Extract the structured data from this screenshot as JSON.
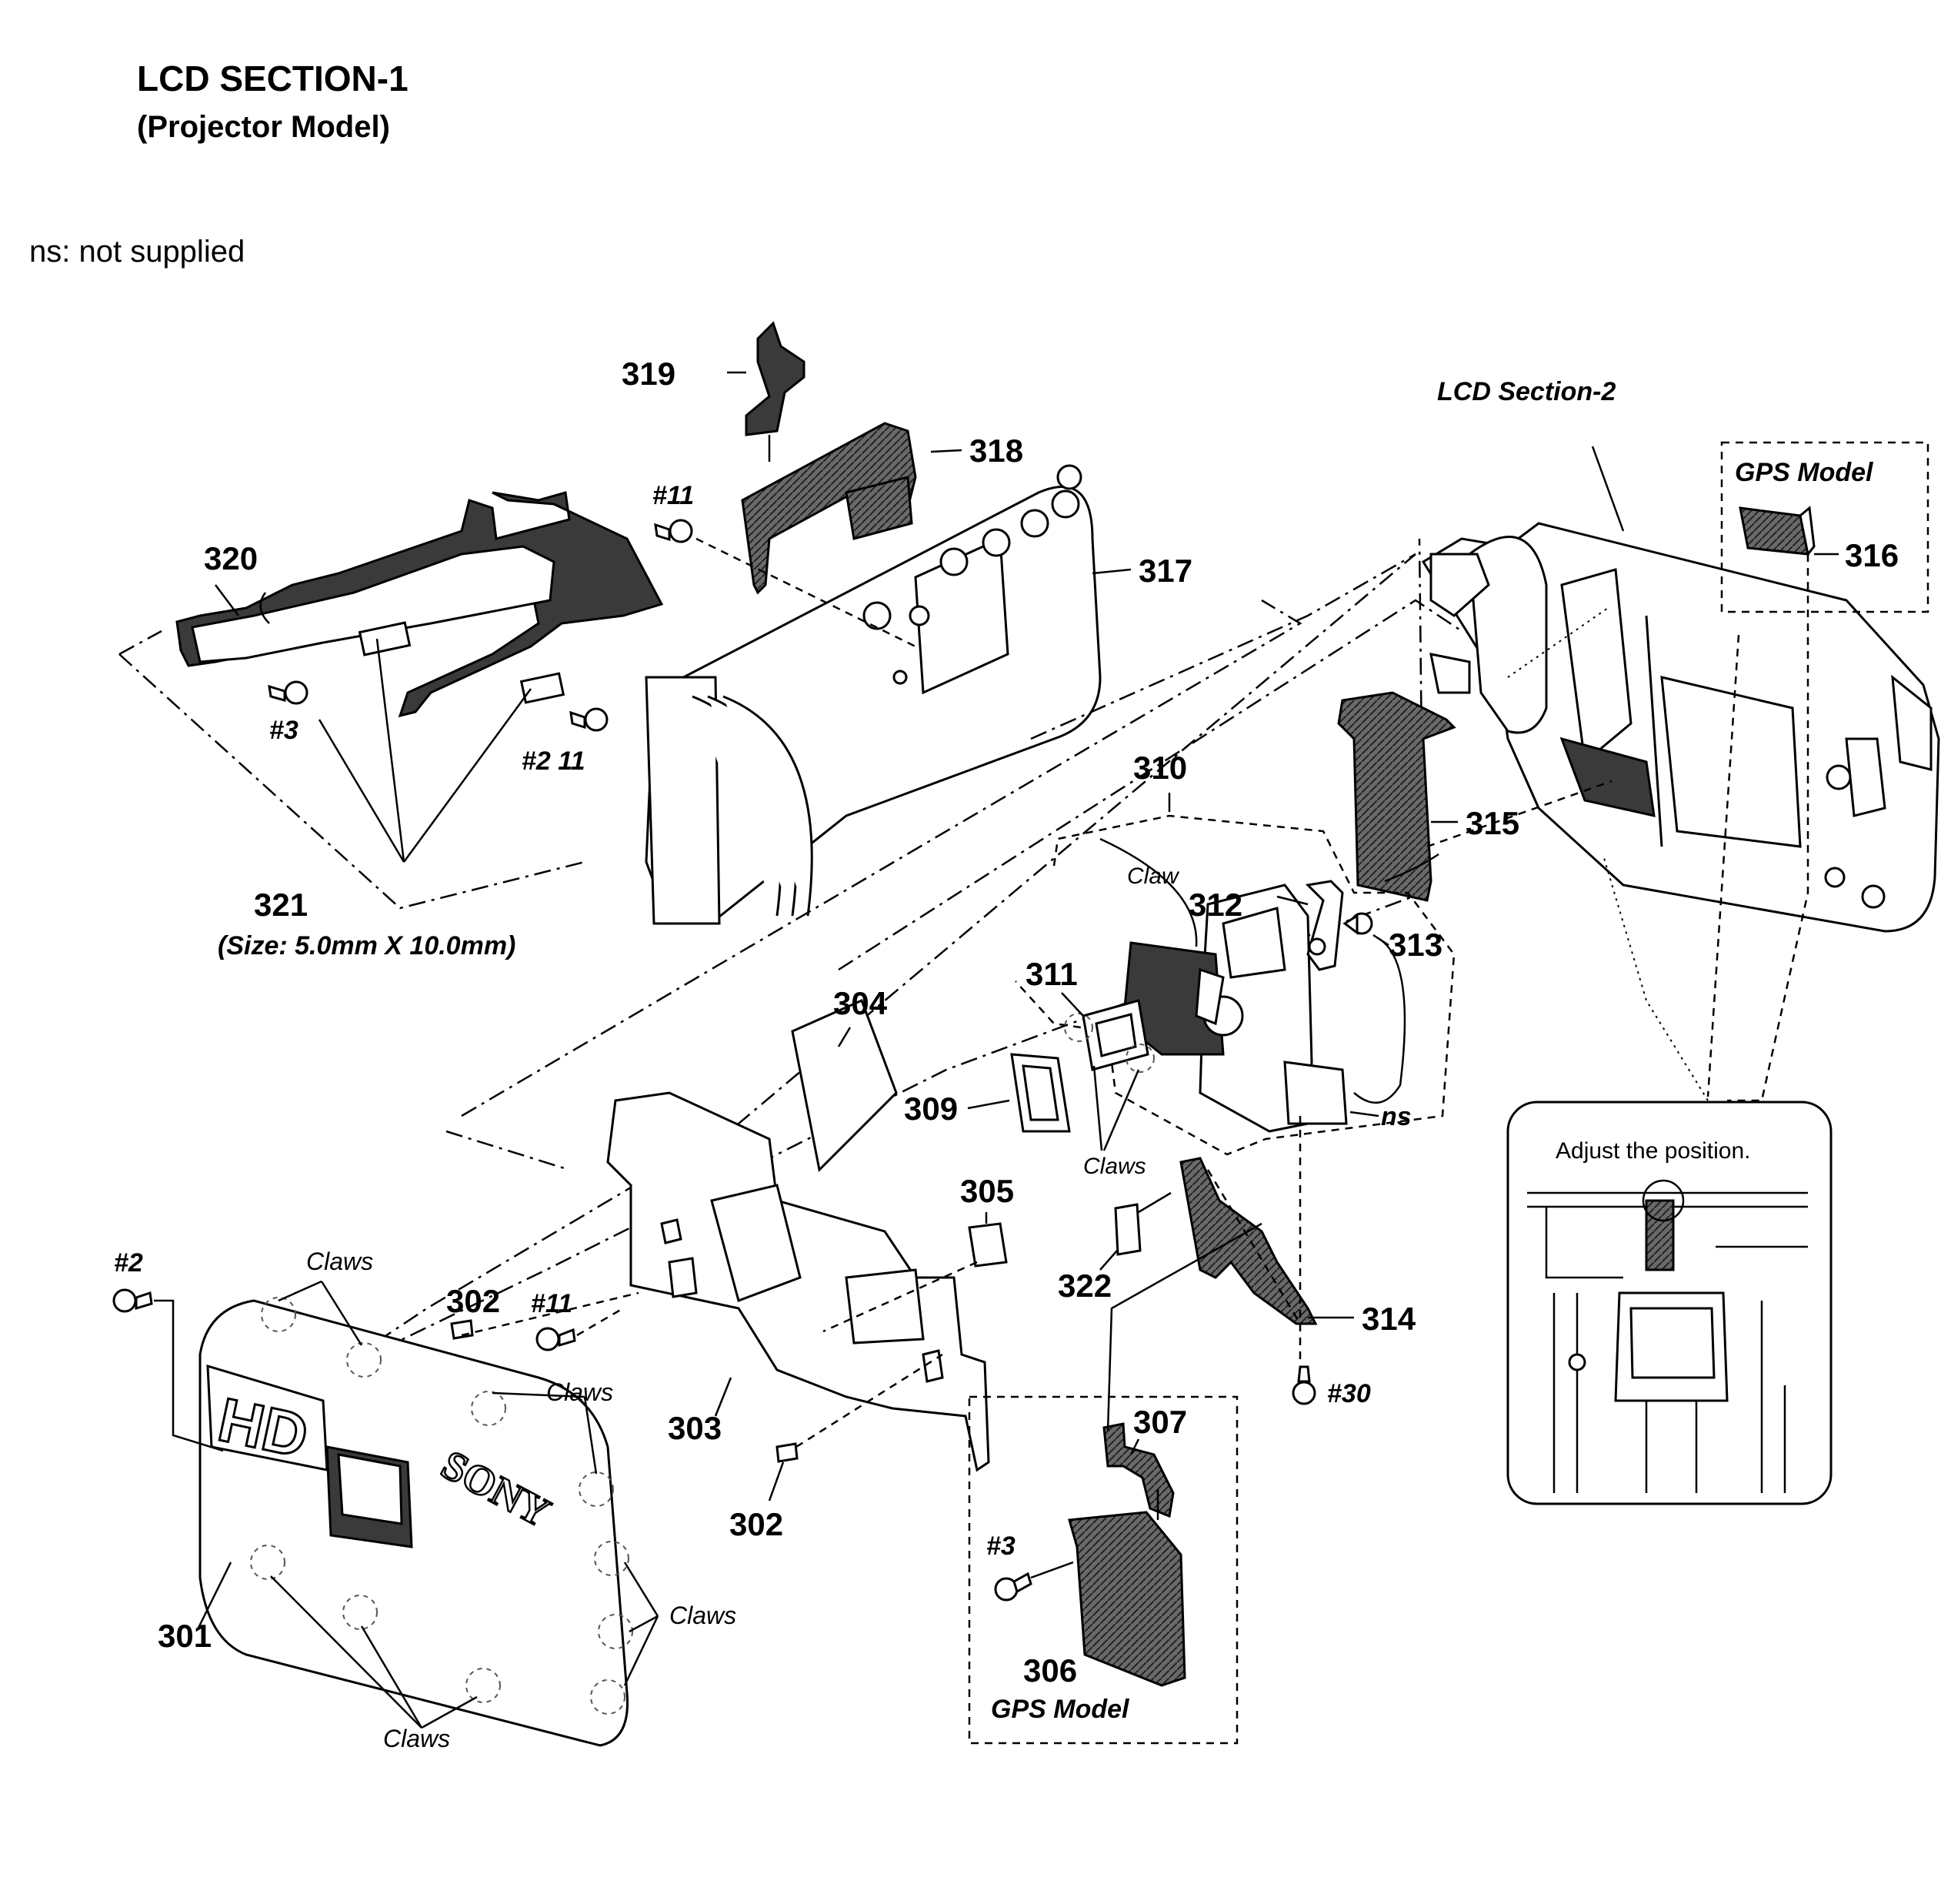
{
  "title": "LCD SECTION-1",
  "subtitle": "(Projector Model)",
  "note": "ns: not supplied",
  "section_ref": "LCD Section-2",
  "gps_label_top": "GPS Model",
  "gps_label_bottom": "GPS Model",
  "detail_caption": "Adjust the position.",
  "size_note": "(Size: 5.0mm X 10.0mm)",
  "labels": {
    "p301": "301",
    "p302a": "302",
    "p302b": "302",
    "p303": "303",
    "p304": "304",
    "p305": "305",
    "p306": "306",
    "p307": "307",
    "p309": "309",
    "p310": "310",
    "p311": "311",
    "p312": "312",
    "p313": "313",
    "p314": "314",
    "p315": "315",
    "p316": "316",
    "p317": "317",
    "p318": "318",
    "p319": "319",
    "p320": "320",
    "p321": "321",
    "p322": "322"
  },
  "screws": {
    "s2": "#2",
    "s3a": "#3",
    "s3b": "#3",
    "s11a": "#11",
    "s11b": "#11",
    "s211": "#2 11",
    "s30": "#30"
  },
  "annotations": {
    "claw": "Claw",
    "claws1": "Claws",
    "claws2": "Claws",
    "claws3": "Claws",
    "claws4": "Claws",
    "claws5": "Claws",
    "ns": "ns"
  },
  "cover": {
    "brand": "SONY",
    "hd": "HD"
  }
}
